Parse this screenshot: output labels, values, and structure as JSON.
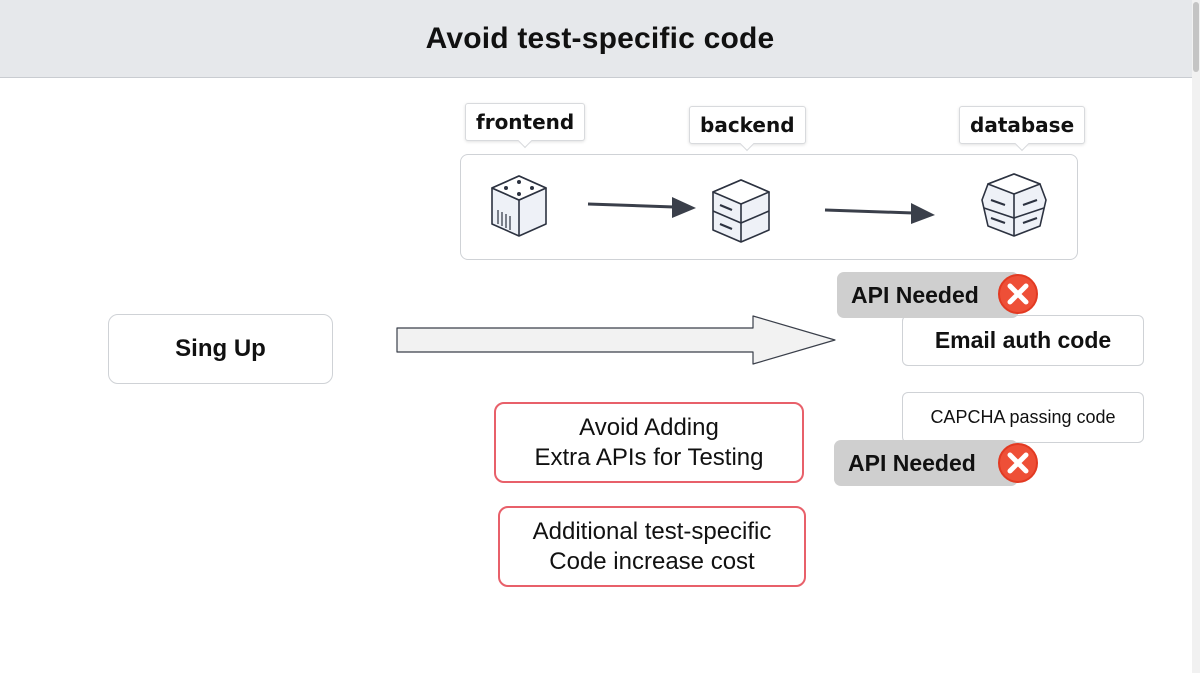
{
  "title": "Avoid test-specific code",
  "architecture": {
    "frontend_label": "frontend",
    "backend_label": "backend",
    "database_label": "database",
    "frontend_icon": "server-cube-icon",
    "backend_icon": "server-stack-icon",
    "database_icon": "database-server-icon"
  },
  "signup_label": "Sing Up",
  "email_auth_label": "Email auth code",
  "capcha_label": "CAPCHA passing code",
  "api_needed_1": "API Needed",
  "api_needed_2": "API Needed",
  "avoid_box": {
    "line1": "Avoid Adding",
    "line2": "Extra APIs for Testing"
  },
  "additional_box": {
    "line1": "Additional test-specific",
    "line2": "Code increase cost"
  },
  "colors": {
    "header_bg": "#e6e8eb",
    "red_border": "#e8606a",
    "x_icon": "#ee4f37",
    "api_badge": "#cfcfcf"
  }
}
